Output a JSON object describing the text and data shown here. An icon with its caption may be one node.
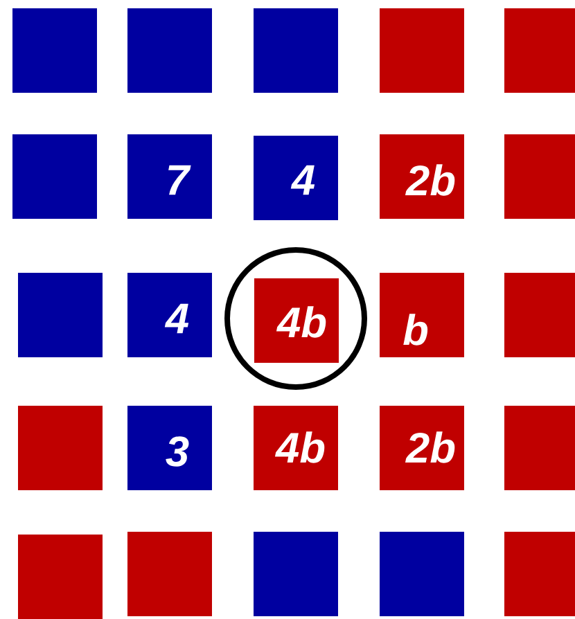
{
  "diagram": {
    "nodes": [
      {
        "text": [],
        "shape": "box"
      },
      {
        "text": [],
        "shape": "box"
      },
      {
        "text": [],
        "shape": "box"
      },
      {
        "text": [],
        "shape": "box"
      },
      {
        "text": [],
        "shape": "box"
      },
      {
        "text": [],
        "shape": "box"
      },
      {
        "text": [
          "7"
        ]
      },
      {
        "text": [
          "4"
        ]
      },
      {
        "text": [
          "2b"
        ]
      },
      {
        "text": [],
        "shape": "box"
      },
      {
        "text": [],
        "shape": "box"
      },
      {
        "text": [
          "4"
        ]
      },
      {
        "text": [],
        "shape": "circle"
      },
      {
        "text": [
          "4b"
        ],
        "in": 12
      },
      {
        "text": [
          "b"
        ]
      },
      {
        "text": [],
        "shape": "box"
      },
      {
        "text": [],
        "shape": "box"
      },
      {
        "text": [
          "3"
        ]
      },
      {
        "text": [
          "4b"
        ]
      },
      {
        "text": [
          "2b"
        ]
      },
      {
        "text": [],
        "shape": "box"
      },
      {
        "text": [],
        "shape": "box"
      },
      {
        "text": [],
        "shape": "box"
      },
      {
        "text": [],
        "shape": "box"
      },
      {
        "text": [],
        "shape": "box"
      },
      {
        "text": [],
        "shape": "box"
      }
    ]
  }
}
